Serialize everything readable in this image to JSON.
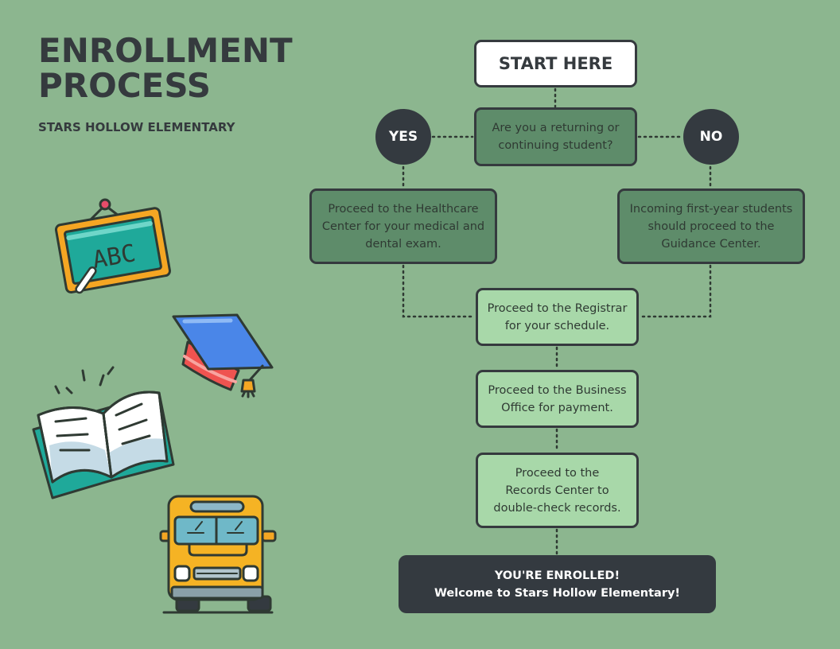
{
  "header": {
    "title_line1": "ENROLLMENT",
    "title_line2": "PROCESS",
    "subtitle": "STARS HOLLOW ELEMENTARY"
  },
  "flow": {
    "start": "START HERE",
    "question": "Are you a returning or\ncontinuing student?",
    "yes_label": "YES",
    "no_label": "NO",
    "yes_step": "Proceed to the Healthcare\nCenter for your medical and\ndental exam.",
    "no_step": "Incoming first-year students\nshould proceed to the\nGuidance Center.",
    "registrar": "Proceed to the Registrar\nfor your schedule.",
    "business": "Proceed to the Business\nOffice for payment.",
    "records": "Proceed to the\nRecords Center to\ndouble-check records.",
    "done": "YOU'RE ENROLLED!\nWelcome to Stars Hollow Elementary!"
  },
  "illustrations": {
    "chalkboard_text": "ABC",
    "icons": [
      "chalkboard-icon",
      "graduation-cap-icon",
      "open-book-icon",
      "school-bus-icon"
    ]
  },
  "colors": {
    "background": "#8cb68f",
    "dark": "#343a40",
    "mid_green": "#5e8c6a",
    "light_green": "#a8d8a9",
    "white": "#ffffff"
  }
}
